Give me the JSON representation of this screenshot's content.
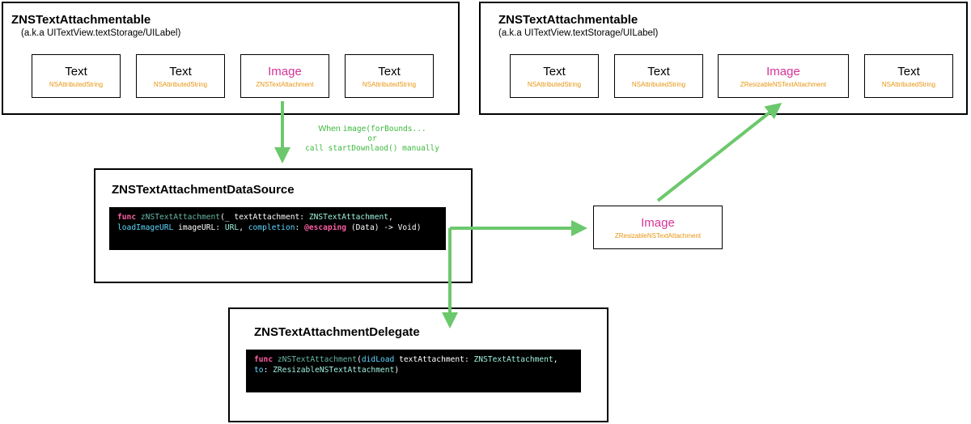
{
  "left_container": {
    "title": "ZNSTextAttachmentable",
    "subtitle": "(a.k.a UITextView.textStorage/UILabel)",
    "items": [
      {
        "main": "Text",
        "sub": "NSAttributedString"
      },
      {
        "main": "Text",
        "sub": "NSAttributedString"
      },
      {
        "main": "Image",
        "sub": "ZNSTextAttachment"
      },
      {
        "main": "Text",
        "sub": "NSAttributedString"
      }
    ]
  },
  "right_container": {
    "title": "ZNSTextAttachmentable",
    "subtitle": "(a.k.a UITextView.textStorage/UILabel)",
    "items": [
      {
        "main": "Text",
        "sub": "NSAttributedString"
      },
      {
        "main": "Text",
        "sub": "NSAttributedString"
      },
      {
        "main": "Image",
        "sub": "ZResizableNSTextAttachment"
      },
      {
        "main": "Text",
        "sub": "NSAttributedString"
      }
    ]
  },
  "trigger_note": {
    "line1_prefix": "When ",
    "line1_code": "image(forBounds...",
    "line2": "or",
    "line3": "call startDownlaod() manually"
  },
  "data_source": {
    "title": "ZNSTextAttachmentDataSource",
    "code": {
      "kw_func": "func",
      "name": "zNSTextAttachment",
      "p1": "(_ textAttachment: ",
      "t1": "ZNSTextAttachment",
      "p2": ",",
      "lbl2": "loadImageURL",
      "p3": " imageURL: ",
      "t2": "URL",
      "p4": ", ",
      "lbl3": "completion",
      "p5": ": ",
      "kw_escaping": "@escaping",
      "p6": " (Data) -> Void)"
    }
  },
  "floating_image": {
    "main": "Image",
    "sub": "ZResizableNSTextAttachment"
  },
  "delegate": {
    "title": "ZNSTextAttachmentDelegate",
    "code": {
      "kw_func": "func",
      "name": "zNSTextAttachment",
      "p1": "(",
      "lbl1": "didLoad",
      "p2": " textAttachment: ",
      "t1": "ZNSTextAttachment",
      "p3": ",",
      "lbl2": "to",
      "p4": ": ",
      "t2": "ZResizableNSTextAttachment",
      "p5": ")"
    }
  },
  "colors": {
    "arrow": "#6cc86c",
    "attributed_label": "#e8950f",
    "image_label": "#d63399",
    "note": "#3cb93c"
  }
}
